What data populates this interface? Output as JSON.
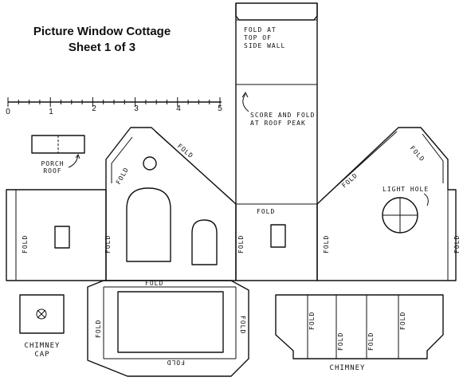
{
  "title": {
    "line1": "Picture Window Cottage",
    "line2": "Sheet 1 of 3"
  },
  "ruler": {
    "ticks": [
      "0",
      "1",
      "2",
      "3",
      "4",
      "5"
    ]
  },
  "labels": {
    "fold_top_line1": "FOLD AT",
    "fold_top_line2": "TOP OF",
    "fold_top_line3": "SIDE WALL",
    "score_line1": "SCORE AND FOLD",
    "score_line2": "AT ROOF PEAK",
    "porch_line1": "PORCH",
    "porch_line2": "ROOF",
    "light_hole": "LIGHT HOLE",
    "chimney_cap_line1": "CHIMNEY",
    "chimney_cap_line2": "CAP",
    "chimney": "CHIMNEY",
    "fold": "FOLD"
  }
}
